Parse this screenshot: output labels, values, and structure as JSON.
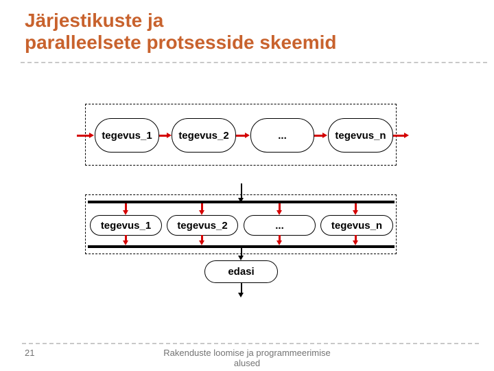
{
  "slide": {
    "title": {
      "line1": "Järjestikuste ja",
      "line2": "paralleelsete protsesside skeemid"
    },
    "footer": {
      "page_number": "21",
      "course_line1": "Rakenduste loomise ja programmeerimise",
      "course_line2": "alused"
    }
  },
  "diagram": {
    "sequential": {
      "nodes": [
        "tegevus_1",
        "tegevus_2",
        "...",
        "tegevus_n"
      ]
    },
    "parallel": {
      "nodes": [
        "tegevus_1",
        "tegevus_2",
        "...",
        "tegevus_n"
      ]
    },
    "continue_node": {
      "label": "edasi"
    }
  },
  "colors": {
    "title_orange": "#C8622D",
    "arrow_red": "#D40000",
    "arrow_black": "#000000",
    "separator_gray": "#C8C8C8",
    "footer_gray": "#737373"
  }
}
